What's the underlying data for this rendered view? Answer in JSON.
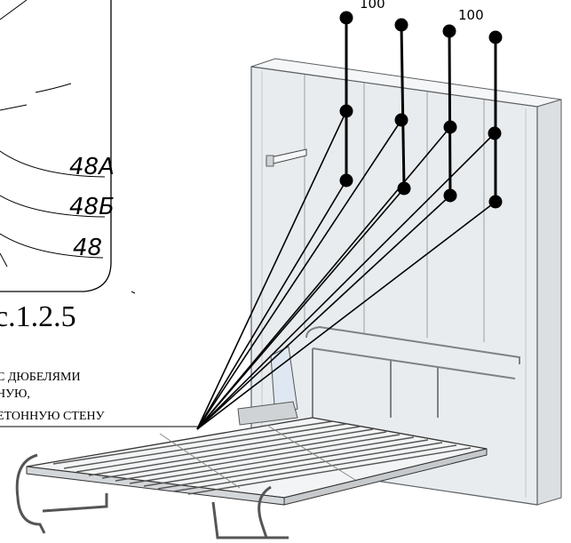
{
  "callouts": {
    "dim_left": "100",
    "dim_right": "100"
  },
  "detail_labels": [
    "48A",
    "48Б",
    "48"
  ],
  "figure_caption": "с.1.2.5",
  "note_lines": [
    "С ДЮБЕЛЯМИ",
    "НУЮ,",
    "ЕТОННУЮ СТЕНУ"
  ],
  "colors": {
    "line": "#000000",
    "cabinet_fill": "#e9ecee",
    "cabinet_edge": "#5a5f63",
    "frame": "#7d8286"
  }
}
